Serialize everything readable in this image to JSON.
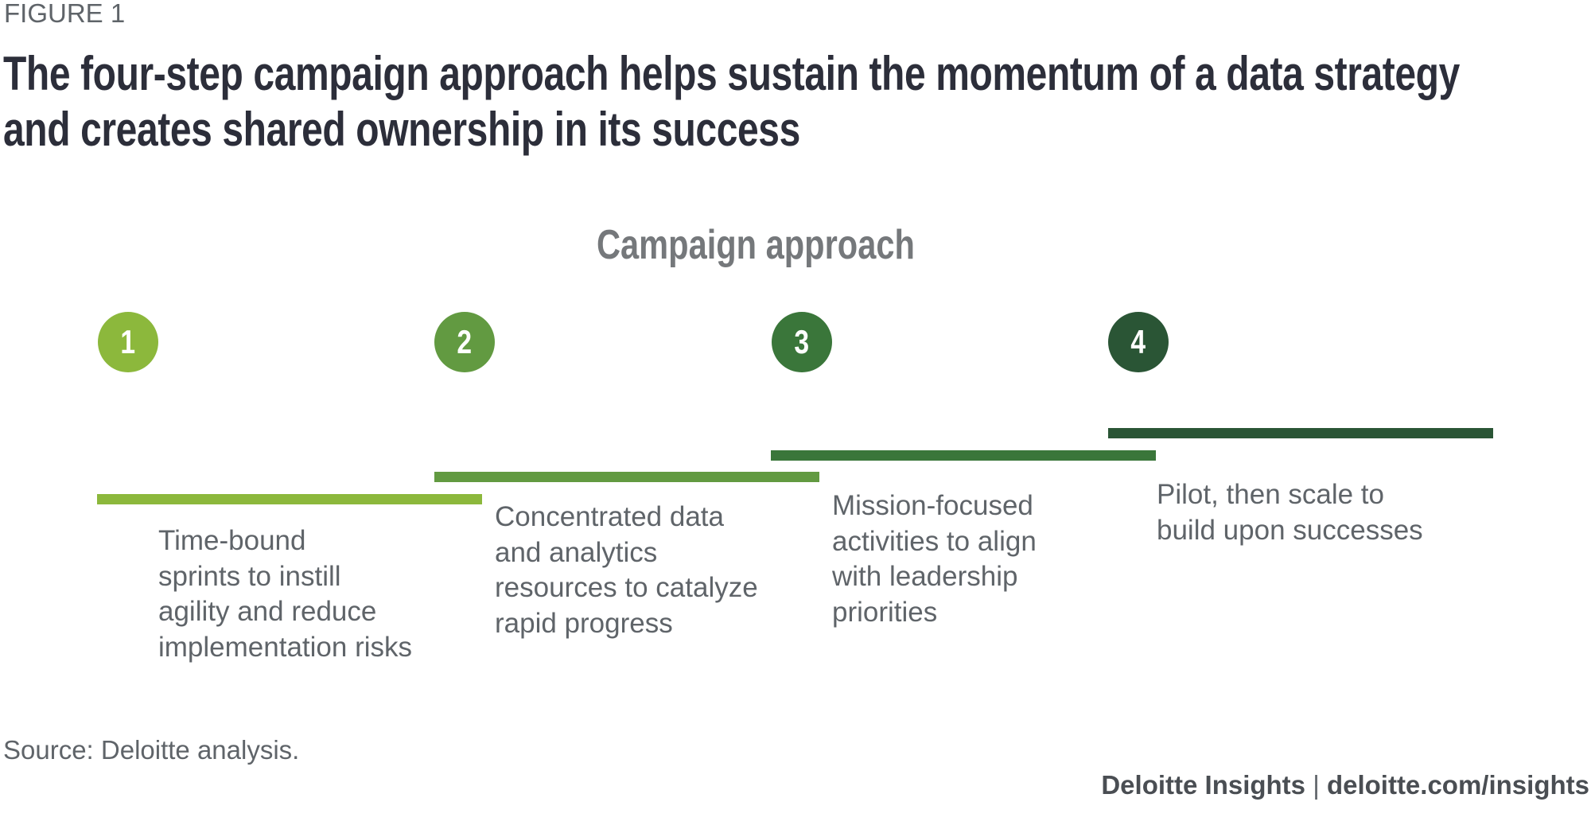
{
  "figure_label": "FIGURE 1",
  "title": {
    "line1": "The four-step campaign approach helps sustain the momentum of a data strategy",
    "line2": "and creates shared ownership in its success"
  },
  "diagram_title": "Campaign approach",
  "steps": [
    {
      "number": "1",
      "color": "#8cb83c",
      "lines": [
        "Time-bound",
        "sprints to instill",
        "agility and reduce",
        "implementation risks"
      ]
    },
    {
      "number": "2",
      "color": "#629a41",
      "lines": [
        "Concentrated data",
        "and analytics",
        "resources to catalyze",
        "rapid progress"
      ]
    },
    {
      "number": "3",
      "color": "#3a763a",
      "lines": [
        "Mission-focused",
        "activities to align",
        "with leadership",
        "priorities"
      ]
    },
    {
      "number": "4",
      "color": "#2a5535",
      "lines": [
        "Pilot, then scale to",
        "build upon successes"
      ]
    }
  ],
  "source": "Source: Deloitte analysis.",
  "footer": {
    "brand": "Deloitte Insights",
    "separator": "|",
    "url": "deloitte.com/insights"
  }
}
